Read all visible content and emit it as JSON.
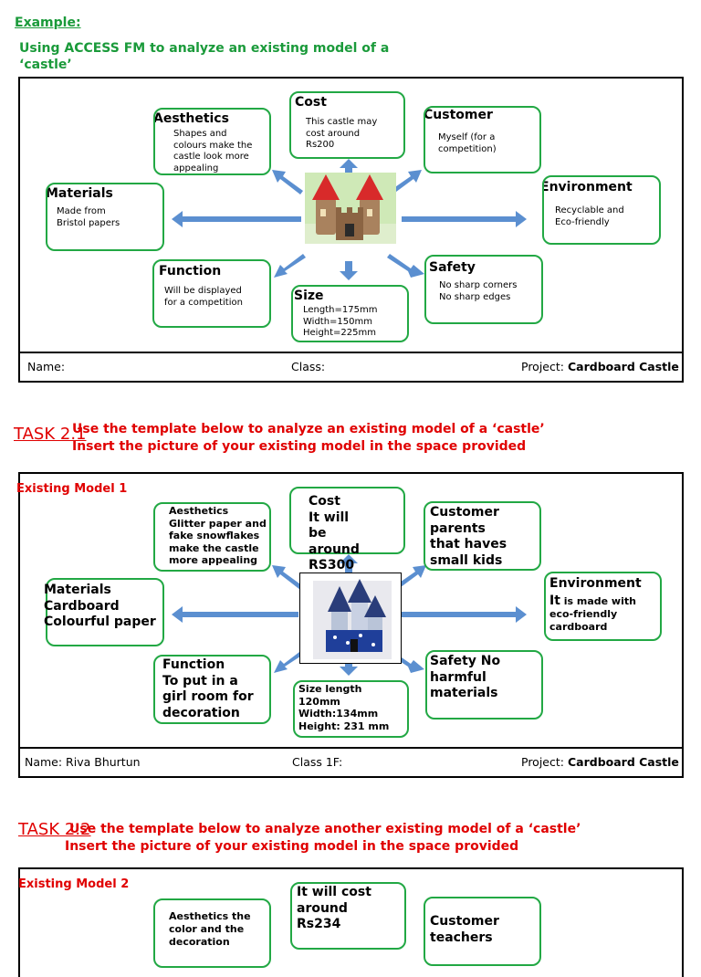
{
  "example": {
    "heading": "Example:",
    "subtitle": "Using ACCESS FM to analyze an existing model of a\n‘castle’",
    "boxes": {
      "cost": {
        "title": "Cost",
        "body": "This castle may\ncost around\nRs200"
      },
      "aesthetics": {
        "title": "Aesthetics",
        "body": "Shapes and\ncolours make the\ncastle look more\nappealing"
      },
      "customer": {
        "title": "Customer",
        "body": "Myself (for a\ncompetition)"
      },
      "materials": {
        "title": "Materials",
        "body": "Made from\nBristol papers"
      },
      "environment": {
        "title": "Environment",
        "body": "Recyclable and\nEco-friendly"
      },
      "function": {
        "title": "Function",
        "body": "Will be displayed\nfor a competition"
      },
      "size": {
        "title": "Size",
        "body": "Length=175mm\nWidth=150mm\nHeight=225mm"
      },
      "safety": {
        "title": "Safety",
        "body": "No sharp corners\nNo sharp edges"
      }
    },
    "footer": {
      "name": "Name:",
      "class": "Class:",
      "project_label": "Project:",
      "project_value": "Cardboard Castle"
    }
  },
  "task21": {
    "label": "TASK 2.1",
    "line1": "Use the template below to analyze an existing model of a ‘castle’",
    "line2": "Insert the picture of your existing model in the space provided",
    "model_label": "Existing Model 1",
    "boxes": {
      "aesthetics": "Aesthetics\nGlitter paper and\nfake snowflakes\nmake the castle\nmore appealing",
      "cost": "Cost\nIt will\nbe\naround\nRS300",
      "customer": "Customer\nparents\nthat haves\nsmall kids",
      "materials": "Materials\nCardboard\nColourful paper",
      "environment_title": "Environment",
      "environment_body_lead": "It",
      "environment_body": " is made with\neco-friendly\ncardboard",
      "function": "Function\nTo put in a\ngirl room for\ndecoration",
      "size": "Size length\n120mm\nWidth:134mm\nHeight: 231 mm",
      "safety": "Safety No\nharmful\nmaterials"
    },
    "footer": {
      "name": "Name: Riva Bhurtun",
      "class": "Class 1F:",
      "project_label": "Project:",
      "project_value": "Cardboard Castle"
    }
  },
  "task22": {
    "label": "TASK 2.2",
    "line1": "Use the template below to analyze another existing model of a ‘castle’",
    "line2": "Insert the picture of your existing model in the space provided",
    "model_label": "Existing Model 2",
    "boxes": {
      "cost": "It will cost\naround\nRs234",
      "aesthetics": "Aesthetics the\ncolor and the\ndecoration",
      "customer": "Customer\nteachers"
    }
  },
  "colors": {
    "box_border": "#22a844",
    "arrow": "#5b8fd0",
    "heading_green": "#1a9a3a",
    "task_red": "#e00000"
  }
}
